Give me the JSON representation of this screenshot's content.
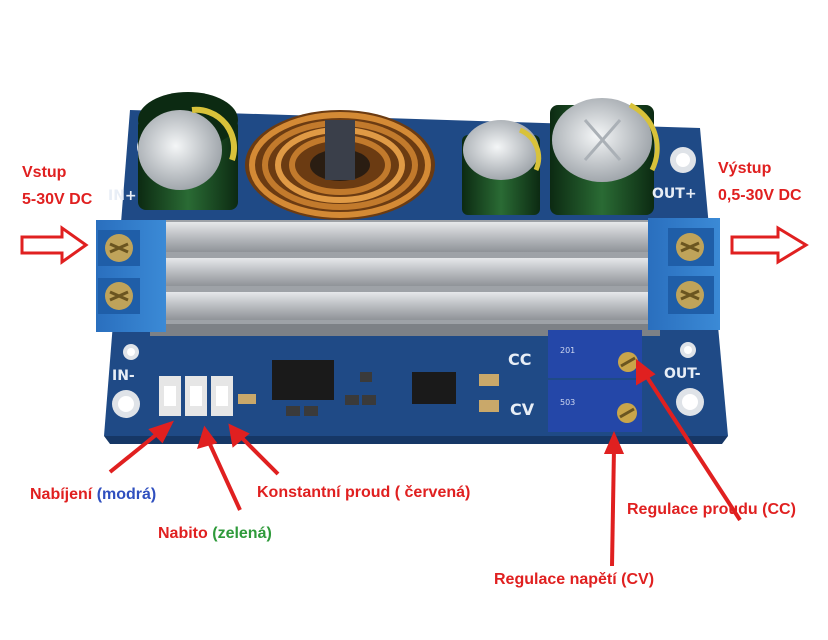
{
  "board_silkscreen": {
    "in_plus": "IN+",
    "in_minus": "IN-",
    "out_plus": "OUT+",
    "out_minus": "OUT-",
    "cc": "CC",
    "cv": "CV",
    "pot_top_code": "201",
    "pot_bottom_code": "503"
  },
  "annotations": {
    "input_title": "Vstup",
    "input_range": "5-30V DC",
    "output_title": "Výstup",
    "output_range": "0,5-30V DC",
    "charging_label": "Nabíjení",
    "charging_color_name": "(modrá)",
    "charged_label": "Nabito",
    "charged_color_name": "(zelená)",
    "constant_current_label": "Konstantní proud ( červená)",
    "current_regulation_label": "Regulace proudu (CC)",
    "voltage_regulation_label": "Regulace napětí (CV)"
  },
  "colors": {
    "annotation_red": "#e02020",
    "annotation_blue": "#2f4fbf",
    "annotation_green": "#2e9a3a",
    "pcb": "#1f4a86",
    "terminal_block": "#2f7bc9",
    "heatsink": "#c9ccd0",
    "coil": "#c27a2c"
  }
}
